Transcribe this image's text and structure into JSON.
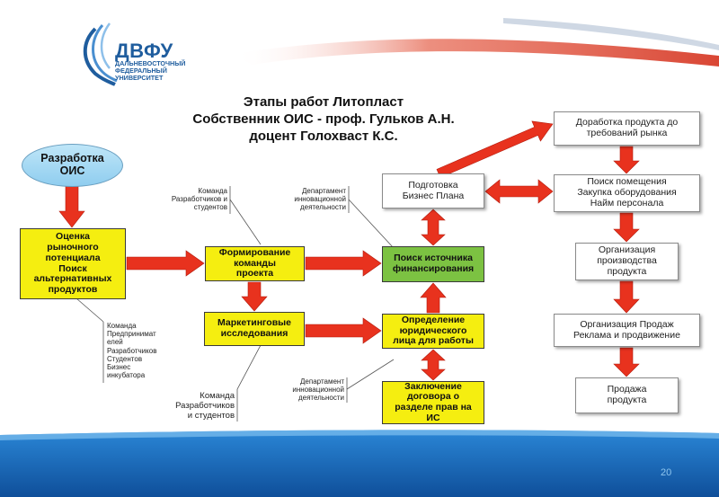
{
  "logo": {
    "name": "ДВФУ",
    "sub": "ДАЛЬНЕВОСТОЧНЫЙ\nФЕДЕРАЛЬНЫЙ\nУНИВЕРСИТЕТ"
  },
  "title": {
    "line1": "Этапы работ Литопласт",
    "line2": "Собственник ОИС  - проф. Гульков А.Н.",
    "line3": "доцент Голохваст К.С."
  },
  "nodes": {
    "razrabotka": "Разработка\nОИС",
    "ocenka": "Оценка\nрыночного\nпотенциала\nПоиск\nальтернативных\nпродуктов",
    "formirovanie": "Формирование\nкоманды\nпроекта",
    "marketing": "Маркетинговые\nисследования",
    "podgotovka": "Подготовка\nБизнес Плана",
    "poisk_istochnika": "Поиск источника\nфинансирования",
    "opredelenie": "Определение\nюридического\nлица для работы",
    "zaklyuchenie": "Заключение\nдоговора о\nразделе прав на\nИС",
    "dorabotka": "Доработка продукта до\nтребований рынка",
    "poisk_pomesheniya": "Поиск помещения\nЗакупка оборудования\nНайм персонала",
    "organizaciya_proizv": "Организация\nпроизводства\nпродукта",
    "organizaciya_prodazh": "Организация Продаж\nРеклама и продвижение",
    "prodazha": "Продажа\nпродукта"
  },
  "notes": {
    "komanda_razrab_top": "Команда\nРазработчиков и\nстудентов",
    "departament_top": "Департамент\nинновационной\nдеятельности",
    "komanda_predprinim": "Команда\nПредпринимат\nелей\nРазработчиков\nСтудентов\nБизнес\nинкубатора",
    "komanda_razrab_bottom": "Команда\nРазработчиков\nи студентов",
    "departament_bottom": "Департамент\nинновационной\nдеятельности"
  },
  "page_number": "20",
  "colors": {
    "arrow": "#e8321e",
    "yellow_box": "#f5ee10",
    "green_box": "#7cc242",
    "ellipse": "#9fd6f3",
    "logo_blue": "#1f5d9e",
    "footer_blue": "#1a6fc0",
    "swoosh_red": "#e05a4a"
  }
}
